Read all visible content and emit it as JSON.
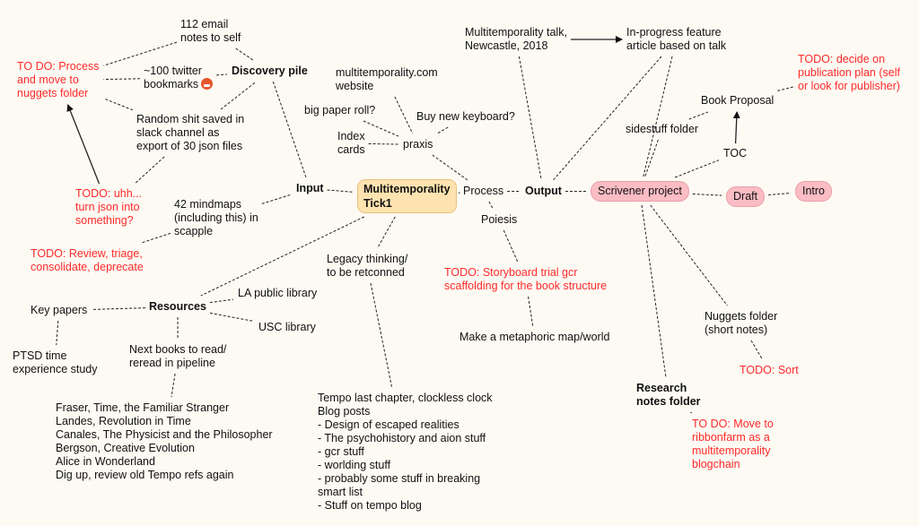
{
  "colors": {
    "background": "#fdfaf3",
    "todo_text": "#ff2a2a",
    "central_fill": "#fde3b0",
    "scrivener_fill": "#fbbcc4"
  },
  "nodes": {
    "email_notes": "112 email\nnotes to self",
    "todo_process": "TO DO: Process\nand move to\nnuggets folder",
    "twitter_bookmarks": "~100 twitter\nbookmarks",
    "twitter_emoji": "angry-face-emoji",
    "discovery_pile": "Discovery pile",
    "slack_export": "Random shit saved in\nslack channel as\nexport of 30 json files",
    "todo_json": "TODO: uhh...\nturn json into\nsomething?",
    "mindmaps": "42 mindmaps\n(including this) in\nscapple",
    "todo_review": "TODO: Review, triage,\nconsolidate, deprecate",
    "input": "Input",
    "website": "multitemporality.com\nwebsite",
    "paper_roll": "big paper roll?",
    "keyboard": "Buy new keyboard?",
    "index_cards": "Index\ncards",
    "praxis": "praxis",
    "central": "Multitemporality\nTick1",
    "process": "Process",
    "poiesis": "Poiesis",
    "output": "Output",
    "talk": "Multitemporality talk,\nNewcastle, 2018",
    "feature_article": "In-progress feature\narticle based on talk",
    "todo_publication": "TODO: decide on\npublication plan (self\nor look for publisher)",
    "book_proposal": "Book Proposal",
    "sidestuff": "sidestuff folder",
    "toc": "TOC",
    "scrivener": "Scrivener project",
    "draft": "Draft",
    "intro": "Intro",
    "legacy": "Legacy thinking/\nto be retconned",
    "todo_storyboard": "TODO: Storyboard trial gcr\nscaffolding for the book structure",
    "metaphoric_map": "Make a metaphoric map/world",
    "resources": "Resources",
    "la_library": "LA public library",
    "usc_library": "USC library",
    "key_papers": "Key papers",
    "ptsd": "PTSD time\nexperience study",
    "next_books": "Next books to read/\nreread in pipeline",
    "book_list": "Fraser, Time, the Familiar Stranger\nLandes, Revolution in Time\nCanales, The Physicist and the Philosopher\nBergson, Creative Evolution\nAlice in Wonderland\nDig up, review old Tempo refs again",
    "tempo_list": "Tempo last chapter, clockless clock\nBlog posts\n- Design of escaped realities\n- The psychohistory and aion stuff\n- gcr stuff\n- worlding stuff\n- probably some stuff in breaking\nsmart list\n-  Stuff on tempo blog",
    "nuggets": "Nuggets folder\n(short notes)",
    "todo_sort": "TODO: Sort",
    "research_notes": "Research\nnotes folder",
    "todo_ribbonfarm": "TO DO: Move to\nribbonfarm as a\nmultitemporality\nblogchain"
  },
  "connections": [
    [
      "email_notes",
      "todo_process",
      "dashed"
    ],
    [
      "email_notes",
      "discovery_pile",
      "dashed"
    ],
    [
      "twitter_bookmarks",
      "todo_process",
      "dashed"
    ],
    [
      "twitter_bookmarks",
      "discovery_pile",
      "dashed"
    ],
    [
      "slack_export",
      "todo_process",
      "dashed"
    ],
    [
      "slack_export",
      "discovery_pile",
      "dashed"
    ],
    [
      "slack_export",
      "todo_json",
      "dashed"
    ],
    [
      "todo_json",
      "todo_process",
      "arrow"
    ],
    [
      "discovery_pile",
      "input",
      "dashed"
    ],
    [
      "mindmaps",
      "input",
      "dashed"
    ],
    [
      "mindmaps",
      "todo_review",
      "dashed"
    ],
    [
      "input",
      "central",
      "dashed"
    ],
    [
      "website",
      "praxis",
      "dashed"
    ],
    [
      "paper_roll",
      "praxis",
      "dashed"
    ],
    [
      "keyboard",
      "praxis",
      "dashed"
    ],
    [
      "index_cards",
      "praxis",
      "dashed"
    ],
    [
      "praxis",
      "process",
      "dashed"
    ],
    [
      "central",
      "process",
      "dashed"
    ],
    [
      "process",
      "output",
      "dashed"
    ],
    [
      "process",
      "poiesis",
      "dashed"
    ],
    [
      "poiesis",
      "todo_storyboard",
      "dashed"
    ],
    [
      "todo_storyboard",
      "metaphoric_map",
      "dashed"
    ],
    [
      "talk",
      "output",
      "dashed"
    ],
    [
      "talk",
      "feature_article",
      "arrow"
    ],
    [
      "feature_article",
      "output",
      "dashed"
    ],
    [
      "feature_article",
      "scrivener",
      "dashed"
    ],
    [
      "output",
      "scrivener",
      "dashed"
    ],
    [
      "sidestuff",
      "book_proposal",
      "dashed"
    ],
    [
      "sidestuff",
      "scrivener",
      "dashed"
    ],
    [
      "book_proposal",
      "todo_publication",
      "dashed"
    ],
    [
      "toc",
      "book_proposal",
      "arrow"
    ],
    [
      "scrivener",
      "toc",
      "dashed"
    ],
    [
      "scrivener",
      "draft",
      "dashed"
    ],
    [
      "draft",
      "intro",
      "dashed"
    ],
    [
      "scrivener",
      "research_notes",
      "dashed"
    ],
    [
      "scrivener",
      "nuggets",
      "dashed"
    ],
    [
      "nuggets",
      "todo_sort",
      "dashed"
    ],
    [
      "research_notes",
      "todo_ribbonfarm",
      "dashed"
    ],
    [
      "central",
      "resources",
      "dashed"
    ],
    [
      "central",
      "legacy",
      "dashed"
    ],
    [
      "legacy",
      "tempo_list",
      "dashed"
    ],
    [
      "resources",
      "la_library",
      "dashed"
    ],
    [
      "resources",
      "usc_library",
      "dashed"
    ],
    [
      "resources",
      "key_papers",
      "dashed"
    ],
    [
      "resources",
      "next_books",
      "dashed"
    ],
    [
      "key_papers",
      "ptsd",
      "dashed"
    ],
    [
      "next_books",
      "book_list",
      "dashed"
    ]
  ]
}
